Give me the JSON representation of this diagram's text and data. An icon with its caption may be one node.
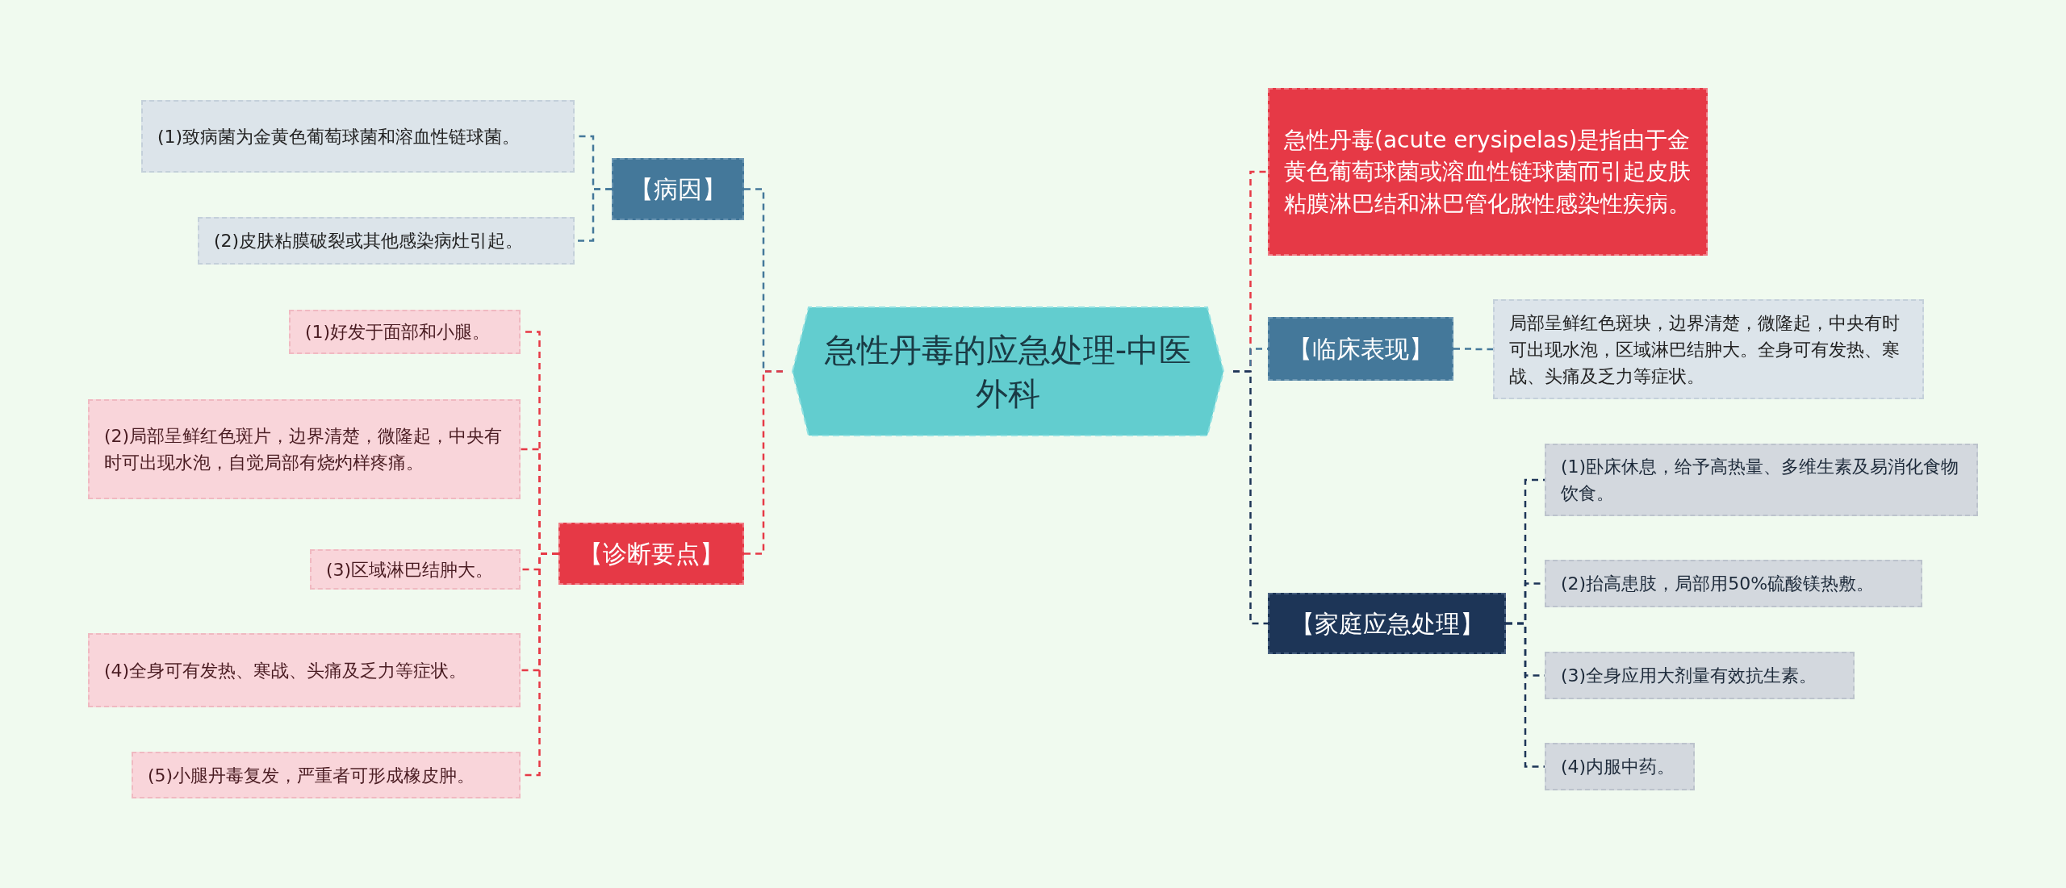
{
  "diagram": {
    "nodes": [
      {
        "text": [
          "急性丹毒的应急处理-中医外科"
        ]
      },
      {
        "text": [
          "【病因】"
        ]
      },
      {
        "text": [
          "(1)致病菌为金黄色葡萄球菌和溶血性链球菌。"
        ]
      },
      {
        "text": [
          "(2)皮肤粘膜破裂或其他感染病灶引起。"
        ]
      },
      {
        "text": [
          "【诊断要点】"
        ]
      },
      {
        "text": [
          "(1)好发于面部和小腿。"
        ]
      },
      {
        "text": [
          "(2)局部呈鲜红色斑片，边界清楚，微隆起，中央有时可出现水泡，自觉局部有烧灼样疼痛。"
        ]
      },
      {
        "text": [
          "(3)区域淋巴结肿大。"
        ]
      },
      {
        "text": [
          "(4)全身可有发热、寒战、头痛及乏力等症状。"
        ]
      },
      {
        "text": [
          "(5)小腿丹毒复发，严重者可形成橡皮肿。"
        ]
      },
      {
        "text": [
          "急性丹毒(acute erysipelas)是指由于金黄色葡萄球菌或溶血性链球菌而引起皮肤粘膜淋巴结和淋巴管化脓性感染性疾病。"
        ]
      },
      {
        "text": [
          "【临床表现】"
        ]
      },
      {
        "text": [
          "局部呈鲜红色斑块，边界清楚，微隆起，中央有时可出现水泡，区域淋巴结肿大。全身可有发热、寒战、头痛及乏力等症状。"
        ]
      },
      {
        "text": [
          "【家庭应急处理】"
        ]
      },
      {
        "text": [
          "(1)卧床休息，给予高热量、多维生素及易消化食物饮食。"
        ]
      },
      {
        "text": [
          "(2)抬高患肢，局部用50%硫酸镁热敷。"
        ]
      },
      {
        "text": [
          "(3)全身应用大剂量有效抗生素。"
        ]
      },
      {
        "text": [
          "(4)内服中药。"
        ]
      }
    ],
    "edges": [
      {
        "from": 0,
        "to": 1,
        "arrow": "none",
        "style": "dashed",
        "color": "#44789a"
      },
      {
        "from": 0,
        "to": 4,
        "arrow": "none",
        "style": "dashed",
        "color": "#e63946"
      },
      {
        "from": 0,
        "to": 10,
        "arrow": "none",
        "style": "dashed",
        "color": "#e63946"
      },
      {
        "from": 0,
        "to": 11,
        "arrow": "none",
        "style": "dashed",
        "color": "#44789a"
      },
      {
        "from": 0,
        "to": 13,
        "arrow": "none",
        "style": "dashed",
        "color": "#1d3557"
      },
      {
        "from": 1,
        "to": 2,
        "arrow": "none",
        "style": "dashed",
        "color": "#44789a"
      },
      {
        "from": 1,
        "to": 3,
        "arrow": "none",
        "style": "dashed",
        "color": "#44789a"
      },
      {
        "from": 4,
        "to": 5,
        "arrow": "none",
        "style": "dashed",
        "color": "#e63946"
      },
      {
        "from": 4,
        "to": 6,
        "arrow": "none",
        "style": "dashed",
        "color": "#e63946"
      },
      {
        "from": 4,
        "to": 7,
        "arrow": "none",
        "style": "dashed",
        "color": "#e63946"
      },
      {
        "from": 4,
        "to": 8,
        "arrow": "none",
        "style": "dashed",
        "color": "#e63946"
      },
      {
        "from": 4,
        "to": 9,
        "arrow": "none",
        "style": "dashed",
        "color": "#e63946"
      },
      {
        "from": 11,
        "to": 12,
        "arrow": "none",
        "style": "dashed",
        "color": "#44789a"
      },
      {
        "from": 13,
        "to": 14,
        "arrow": "none",
        "style": "dashed",
        "color": "#1d3557"
      },
      {
        "from": 13,
        "to": 15,
        "arrow": "none",
        "style": "dashed",
        "color": "#1d3557"
      },
      {
        "from": 13,
        "to": 16,
        "arrow": "none",
        "style": "dashed",
        "color": "#1d3557"
      },
      {
        "from": 13,
        "to": 17,
        "arrow": "none",
        "style": "dashed",
        "color": "#1d3557"
      }
    ]
  }
}
